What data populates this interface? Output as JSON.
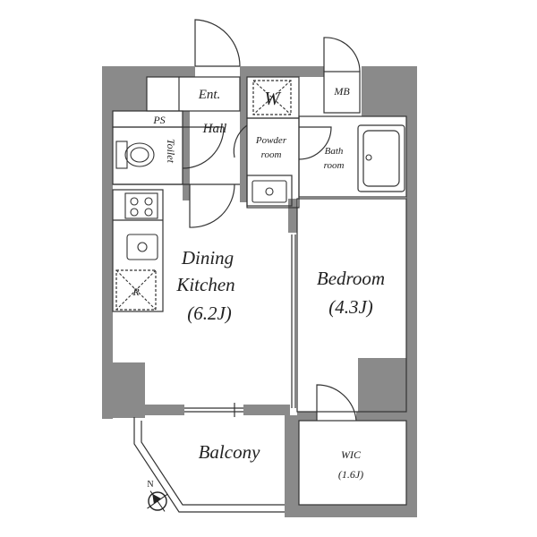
{
  "rooms": {
    "entrance": "Ent.",
    "washer": "W",
    "meter_box": "MB",
    "pipe_space": "PS",
    "hall": "Hall",
    "powder_line1": "Powder",
    "powder_line2": "room",
    "bath_line1": "Bath",
    "bath_line2": "room",
    "toilet": "Toilet",
    "dining_line1": "Dining",
    "dining_line2": "Kitchen",
    "dining_size": "(6.2J)",
    "bedroom": "Bedroom",
    "bedroom_size": "(4.3J)",
    "refrigerator": "R",
    "balcony": "Balcony",
    "wic": "WIC",
    "wic_size": "(1.6J)"
  },
  "compass": {
    "north_label": "N"
  },
  "colors": {
    "wall": "#8a8a8a",
    "line": "#333333"
  }
}
